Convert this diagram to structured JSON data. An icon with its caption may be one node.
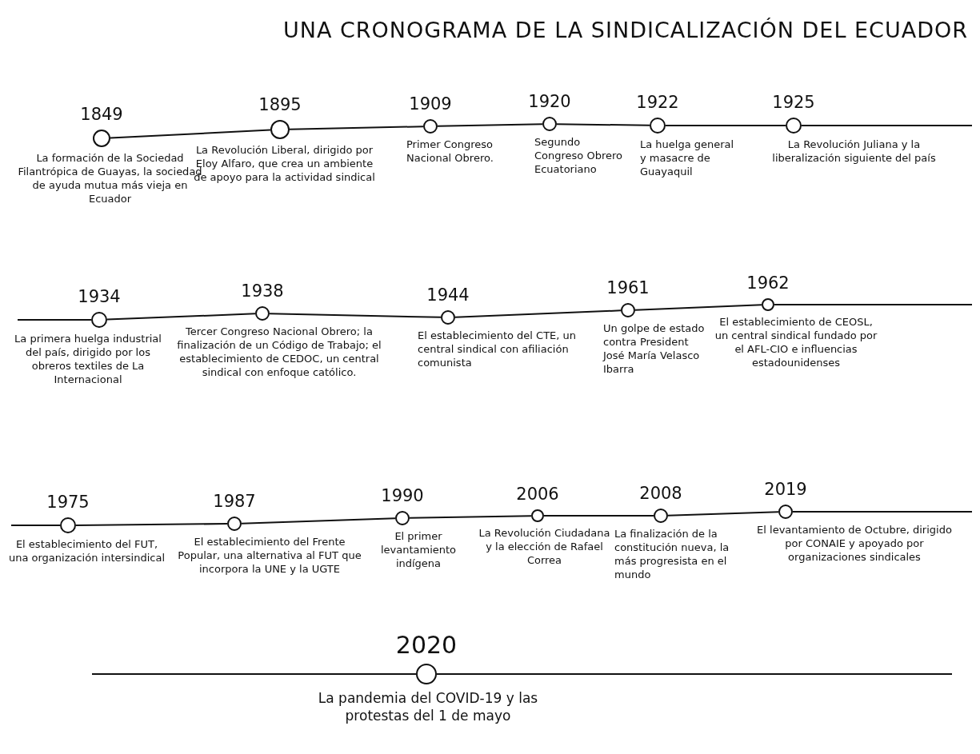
{
  "diagram": {
    "title": "UNA CRONOGRAMA DE LA SINDICALIZACIÓN DEL ECUADOR",
    "nodes": [
      {
        "text": [],
        "shape": "circle",
        "beside": [
          "1849",
          "La formación de la Sociedad Filantrópica de Guayas, la sociedad de ayuda mutua más vieja en Ecuador"
        ]
      },
      {
        "text": [],
        "shape": "circle",
        "beside": [
          "1895",
          "La Revolución Liberal, dirigido por Eloy Alfaro, que crea un ambiente de apoyo para la actividad sindical"
        ]
      },
      {
        "text": [],
        "shape": "circle",
        "beside": [
          "1909",
          "Primer Congreso Nacional Obrero."
        ]
      },
      {
        "text": [],
        "shape": "circle",
        "beside": [
          "1920",
          "Segundo Congreso Obrero Ecuatoriano"
        ]
      },
      {
        "text": [],
        "shape": "circle",
        "beside": [
          "1922",
          "La huelga general y masacre de Guayaquil"
        ]
      },
      {
        "text": [],
        "shape": "circle",
        "beside": [
          "1925",
          "La Revolución Juliana y la liberalización siguiente del país"
        ]
      },
      {
        "text": [],
        "shape": "circle",
        "beside": [
          "1934",
          "La primera huelga industrial del país, dirigido por los obreros textiles de La Internacional"
        ]
      },
      {
        "text": [],
        "shape": "circle",
        "beside": [
          "1938",
          "Tercer Congreso Nacional Obrero; la finalización de un Código de Trabajo; el establecimiento de CEDOC, un central sindical con enfoque católico."
        ]
      },
      {
        "text": [],
        "shape": "circle",
        "beside": [
          "1944",
          "El establecimiento del CTE, un central sindical con afiliación comunista"
        ]
      },
      {
        "text": [],
        "shape": "circle",
        "beside": [
          "1961",
          "Un golpe de estado contra President José María Velasco Ibarra"
        ]
      },
      {
        "text": [],
        "shape": "circle",
        "beside": [
          "1962",
          "El establecimiento de CEOSL, un central sindical fundado por el AFL-CIO e influencias estadounidenses"
        ]
      },
      {
        "text": [],
        "shape": "circle",
        "beside": [
          "1975",
          "El establecimiento del FUT, una organización intersindical"
        ]
      },
      {
        "text": [],
        "shape": "circle",
        "beside": [
          "1987",
          "El establecimiento del Frente Popular, una alternativa al FUT que incorpora la UNE y la UGTE"
        ]
      },
      {
        "text": [],
        "shape": "circle",
        "beside": [
          "1990",
          "El primer levantamiento indígena"
        ]
      },
      {
        "text": [],
        "shape": "circle",
        "beside": [
          "2006",
          "La Revolución Ciudadana y la elección de Rafael Correa"
        ]
      },
      {
        "text": [],
        "shape": "circle",
        "beside": [
          "2008",
          "La finalización de la constitución nueva, la más progresista en el mundo"
        ]
      },
      {
        "text": [],
        "shape": "circle",
        "beside": [
          "2019",
          "El levantamiento de Octubre, dirigido por CONAIE y apoyado por organizaciones sindicales"
        ]
      },
      {
        "text": [],
        "shape": "circle",
        "beside": [
          "2020",
          "La pandemia del COVID-19 y las protestas del 1 de mayo"
        ]
      }
    ],
    "edges": [
      {
        "from": 0,
        "to": 1,
        "arrow": "none"
      },
      {
        "from": 1,
        "to": 2,
        "arrow": "none"
      },
      {
        "from": 2,
        "to": 3,
        "arrow": "none"
      },
      {
        "from": 3,
        "to": 4,
        "arrow": "none"
      },
      {
        "from": 4,
        "to": 5,
        "arrow": "none"
      },
      {
        "from": 5,
        "to": null,
        "arrow": "none"
      },
      {
        "from": null,
        "to": 6,
        "arrow": "none"
      },
      {
        "from": 6,
        "to": 7,
        "arrow": "none"
      },
      {
        "from": 7,
        "to": 8,
        "arrow": "none"
      },
      {
        "from": 8,
        "to": 9,
        "arrow": "none"
      },
      {
        "from": 9,
        "to": 10,
        "arrow": "none"
      },
      {
        "from": 10,
        "to": null,
        "arrow": "none"
      },
      {
        "from": null,
        "to": 11,
        "arrow": "none"
      },
      {
        "from": 11,
        "to": 12,
        "arrow": "none"
      },
      {
        "from": 12,
        "to": 13,
        "arrow": "none"
      },
      {
        "from": 13,
        "to": 14,
        "arrow": "none"
      },
      {
        "from": 14,
        "to": 15,
        "arrow": "none"
      },
      {
        "from": 15,
        "to": 16,
        "arrow": "none"
      },
      {
        "from": 16,
        "to": null,
        "arrow": "none"
      },
      {
        "from": null,
        "to": 17,
        "arrow": "none"
      },
      {
        "from": 17,
        "to": null,
        "arrow": "none"
      }
    ]
  }
}
